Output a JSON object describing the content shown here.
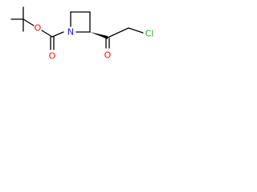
{
  "molecule": {
    "atoms": {
      "nitrogen": {
        "label": "N",
        "color": "#1a1aff"
      },
      "carbamate_carbonyl_oxygen": {
        "label": "O",
        "color": "#ff0d0d"
      },
      "carbamate_ester_oxygen": {
        "label": "O",
        "color": "#ff0d0d"
      },
      "ketone_oxygen": {
        "label": "O",
        "color": "#ff0d0d"
      },
      "chlorine": {
        "label": "Cl",
        "color": "#1fb01f"
      }
    },
    "stereo_bond": "wedge"
  }
}
